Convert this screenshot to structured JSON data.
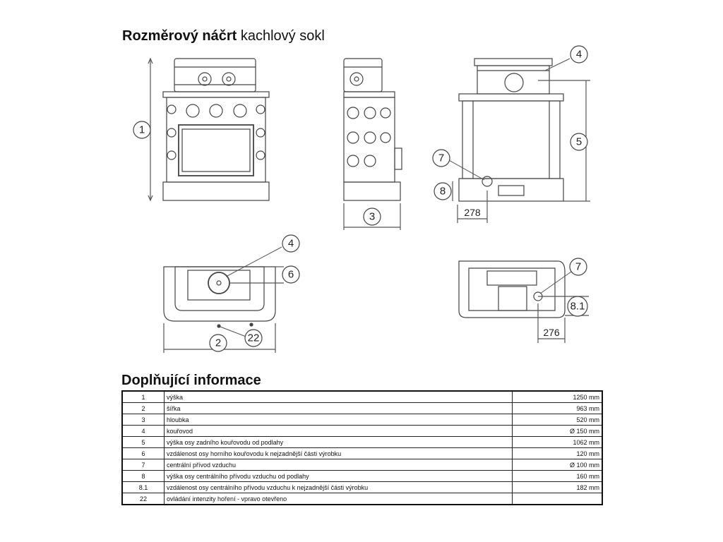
{
  "header": {
    "title": "Rozměrový náčrt",
    "subtitle": "kachlový sokl"
  },
  "callouts": {
    "c1": "1",
    "c2": "2",
    "c3": "3",
    "c4a": "4",
    "c4b": "4",
    "c5": "5",
    "c6": "6",
    "c7a": "7",
    "c7b": "7",
    "c8": "8",
    "c81": "8.1",
    "c22": "22"
  },
  "dimensions": {
    "d278": "278",
    "d276": "276"
  },
  "info": {
    "heading": "Doplňující informace",
    "rows": [
      {
        "num": "1",
        "desc": "výška",
        "value": "1250 mm"
      },
      {
        "num": "2",
        "desc": "šířka",
        "value": "963 mm"
      },
      {
        "num": "3",
        "desc": "hloubka",
        "value": "520 mm"
      },
      {
        "num": "4",
        "desc": "kouřovod",
        "value": "Ø 150 mm"
      },
      {
        "num": "5",
        "desc": "výška osy zadního kouřovodu od podlahy",
        "value": "1062 mm"
      },
      {
        "num": "6",
        "desc": "vzdálenost osy horního kouřovodu k nejzadnější části výrobku",
        "value": "120 mm"
      },
      {
        "num": "7",
        "desc": "centrální přívod vzduchu",
        "value": "Ø 100 mm"
      },
      {
        "num": "8",
        "desc": "výška osy centrálního přívodu vzduchu od podlahy",
        "value": "160 mm"
      },
      {
        "num": "8.1",
        "desc": "vzdálenost osy centrálního přívodu vzduchu k nejzadnější části výrobku",
        "value": "182 mm"
      },
      {
        "num": "22",
        "desc": "ovládání intenzity hoření - vpravo otevřeno",
        "value": ""
      }
    ]
  }
}
